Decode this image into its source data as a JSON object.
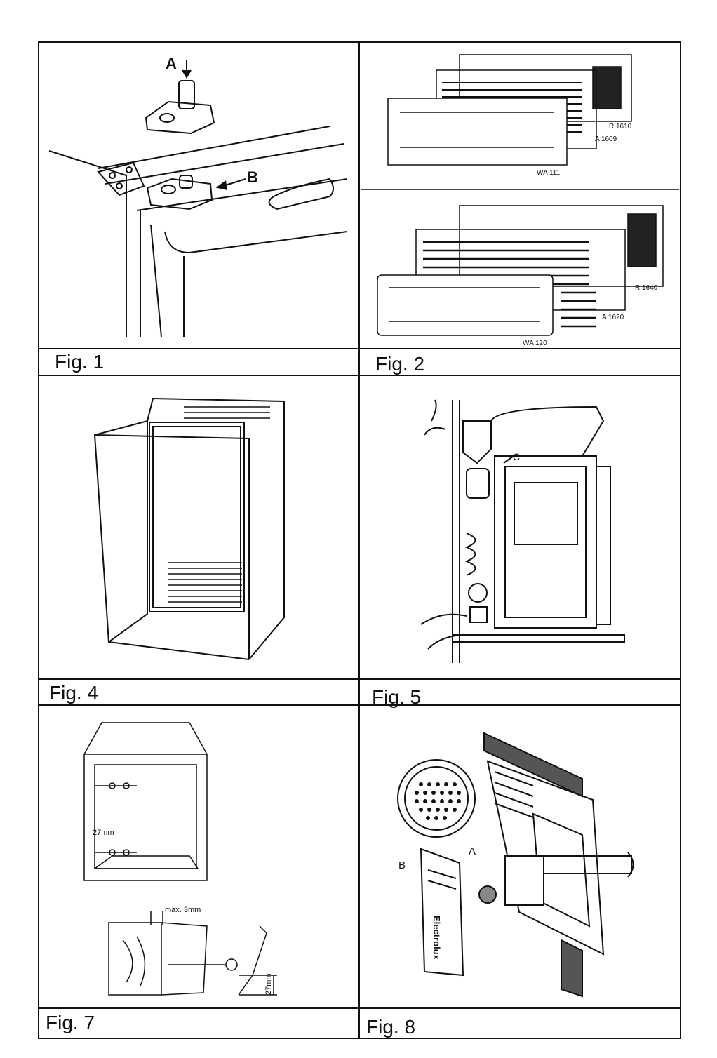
{
  "figures": {
    "fig1": {
      "label": "Fig. 1",
      "callouts": {
        "a": "A",
        "b": "B"
      }
    },
    "fig2": {
      "label": "Fig. 2",
      "models": [
        "R 1610",
        "A 1609",
        "WA 111",
        "R 1640",
        "A 1620",
        "WA 120"
      ]
    },
    "fig4": {
      "label": "Fig. 4"
    },
    "fig5": {
      "label": "Fig. 5",
      "callouts": {
        "c": "C"
      }
    },
    "fig7": {
      "label": "Fig. 7",
      "dims": {
        "spacing": "27mm",
        "max_gap": "max. 3mm",
        "depth": "27mm"
      }
    },
    "fig8": {
      "label": "Fig. 8",
      "callouts": {
        "a": "A",
        "b": "B"
      },
      "brand": "Electrolux"
    }
  }
}
